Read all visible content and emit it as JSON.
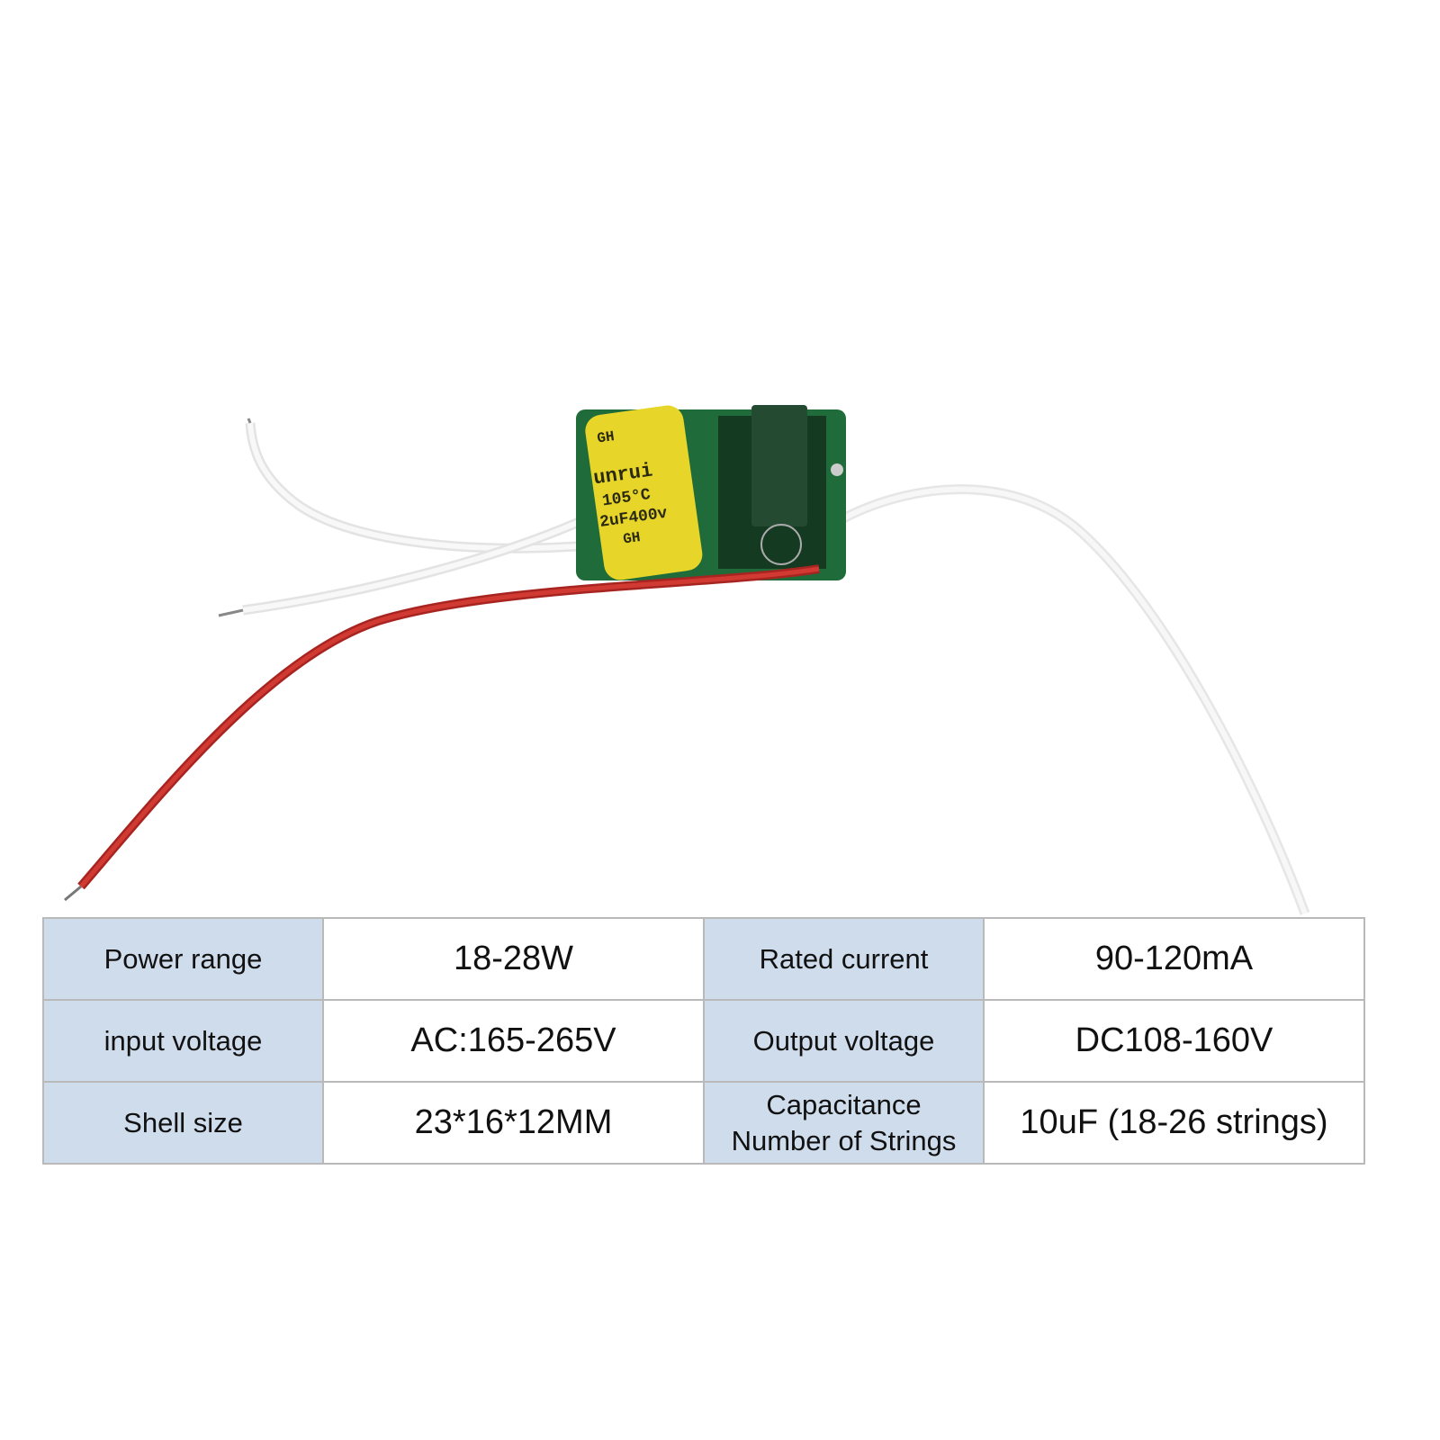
{
  "product": {
    "capacitor_label": [
      "GH",
      "unrui",
      "105°C",
      "2uF400v",
      "GH"
    ]
  },
  "spec_table": {
    "rows": [
      {
        "label1": "Power range",
        "value1": "18-28W",
        "label2": "Rated current",
        "value2": "90-120mA"
      },
      {
        "label1": "input voltage",
        "value1": "AC:165-265V",
        "label2": "Output voltage",
        "value2": "DC108-160V"
      },
      {
        "label1": "Shell size",
        "value1": "23*16*12MM",
        "label2": "Capacitance\nNumber of Strings",
        "value2": "10uF (18-26 strings)"
      }
    ],
    "label_line1": "Capacitance",
    "label_line2": "Number of Strings"
  },
  "colors": {
    "label_bg": "#cfdcec",
    "pcb": "#1f6b3a",
    "capacitor": "#e8d52a",
    "red_wire": "#c8302c"
  }
}
